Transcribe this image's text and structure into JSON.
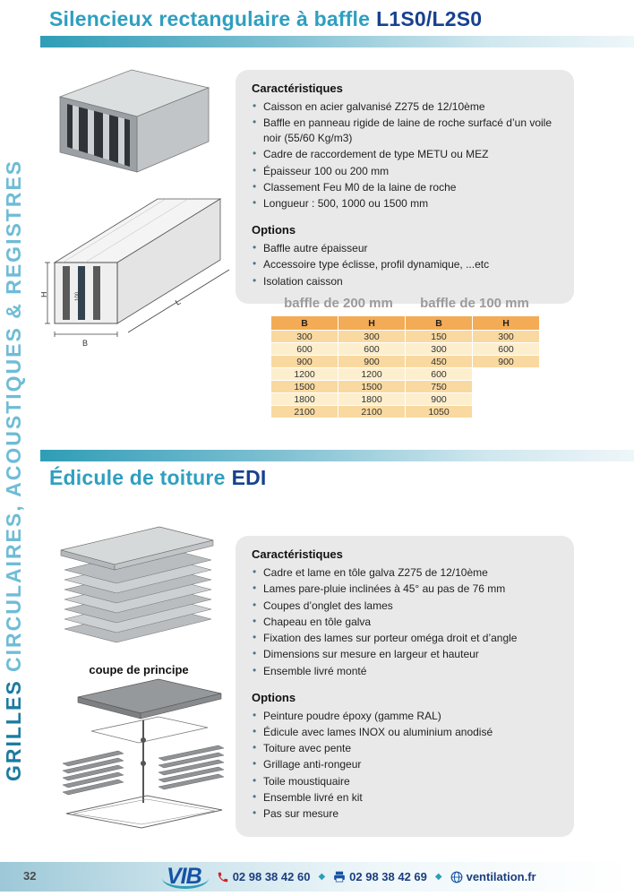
{
  "sidebar": {
    "bold": "GRILLES",
    "rest": " CIRCULAIRES, ACOUSTIQUES & REGISTRES"
  },
  "section1": {
    "title": "Silencieux rectangulaire à baffle",
    "title_bold": "L1S0/L2S0",
    "characteristics_heading": "Caractéristiques",
    "characteristics": [
      "Caisson en acier galvanisé Z275 de 12/10ème",
      "Baffle en panneau rigide de laine de roche surfacé d’un voile noir (55/60 Kg/m3)",
      "Cadre de raccordement de type METU ou MEZ",
      "Épaisseur 100 ou 200 mm",
      "Classement Feu M0 de la laine de roche",
      "Longueur : 500, 1000 ou 1500 mm"
    ],
    "options_heading": "Options",
    "options": [
      "Baffle autre épaisseur",
      "Accessoire type éclisse, profil dynamique, ...etc",
      "Isolation caisson"
    ],
    "diagram": {
      "h": "H",
      "b": "B",
      "l": "L",
      "hundred": "100"
    }
  },
  "table": {
    "title_left": "baffle de 200 mm",
    "title_right": "baffle de 100 mm",
    "headers": [
      "B",
      "H",
      "B",
      "H"
    ],
    "rows": [
      [
        "300",
        "300",
        "150",
        "300"
      ],
      [
        "600",
        "600",
        "300",
        "600"
      ],
      [
        "900",
        "900",
        "450",
        "900"
      ],
      [
        "1200",
        "1200",
        "600",
        ""
      ],
      [
        "1500",
        "1500",
        "750",
        ""
      ],
      [
        "1800",
        "1800",
        "900",
        ""
      ],
      [
        "2100",
        "2100",
        "1050",
        ""
      ]
    ]
  },
  "section2": {
    "title": "Édicule de toiture",
    "title_bold": "EDI",
    "caption": "coupe de principe",
    "characteristics_heading": "Caractéristiques",
    "characteristics": [
      "Cadre et lame en tôle galva Z275 de 12/10ème",
      "Lames pare-pluie inclinées à 45° au pas de 76 mm",
      "Coupes d’onglet des lames",
      "Chapeau en tôle galva",
      "Fixation des lames sur porteur oméga droit et d’angle",
      "Dimensions sur mesure en largeur et hauteur",
      "Ensemble livré monté"
    ],
    "options_heading": "Options",
    "options": [
      "Peinture poudre époxy (gamme RAL)",
      "Édicule avec lames INOX ou aluminium anodisé",
      "Toiture avec pente",
      "Grillage anti-rongeur",
      "Toile moustiquaire",
      "Ensemble livré en kit",
      "Pas sur mesure"
    ]
  },
  "footer": {
    "page": "32",
    "logo": "VIB",
    "phone": "02 98 38 42 60",
    "fax": "02 98 38 42 69",
    "site": "ventilation.fr",
    "sep": "◆"
  },
  "colors": {
    "teal": "#2f9db6",
    "dark_blue": "#17418f",
    "table_orange": "#f3ab55"
  }
}
